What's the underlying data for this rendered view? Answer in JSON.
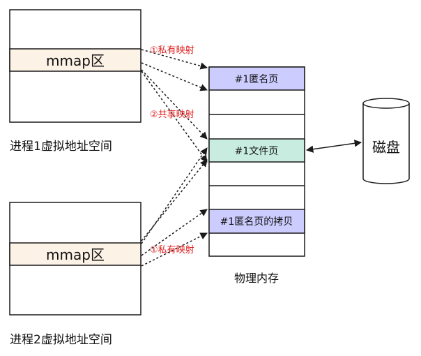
{
  "process1": {
    "region_label": "mmap区",
    "caption": "进程1虚拟地址空间"
  },
  "process2": {
    "region_label": "mmap区",
    "caption": "进程2虚拟地址空间"
  },
  "mappings": {
    "private1": "①私有映射",
    "shared": "②共享映射",
    "private2": "①私有映射"
  },
  "physical_memory": {
    "caption": "物理内存",
    "anon_page": "#1匿名页",
    "file_page": "#1文件页",
    "anon_copy": "#1匿名页的拷贝"
  },
  "disk": {
    "label": "磁盘"
  },
  "colors": {
    "mmap_fill": "#fdf2e6",
    "anon_fill": "#ccccff",
    "file_fill": "#c8ece0",
    "mapping_text": "#e02020",
    "line": "#1a1a1a"
  }
}
